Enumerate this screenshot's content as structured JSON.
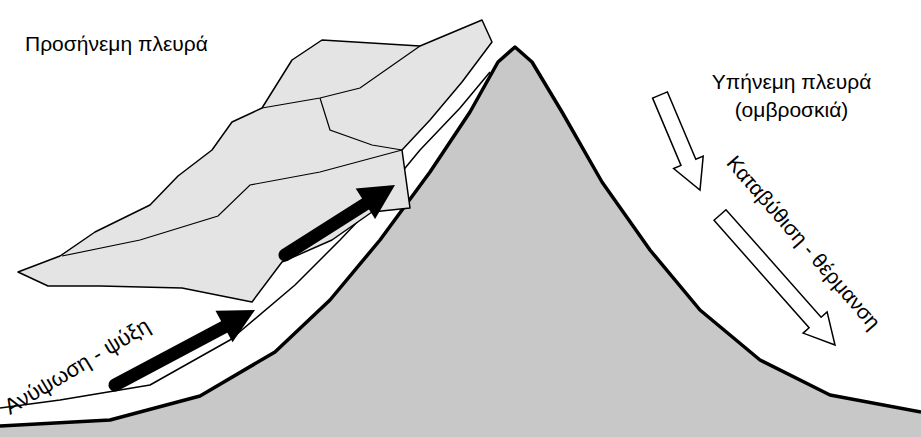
{
  "diagram": {
    "labels": [
      "Προσήνεμη πλευρά",
      "Υπήνεμη πλευρά (ομβροσκιά)",
      "Ανύψωση - ψύξη",
      "Καταβύθιση - θέρμανση"
    ]
  }
}
